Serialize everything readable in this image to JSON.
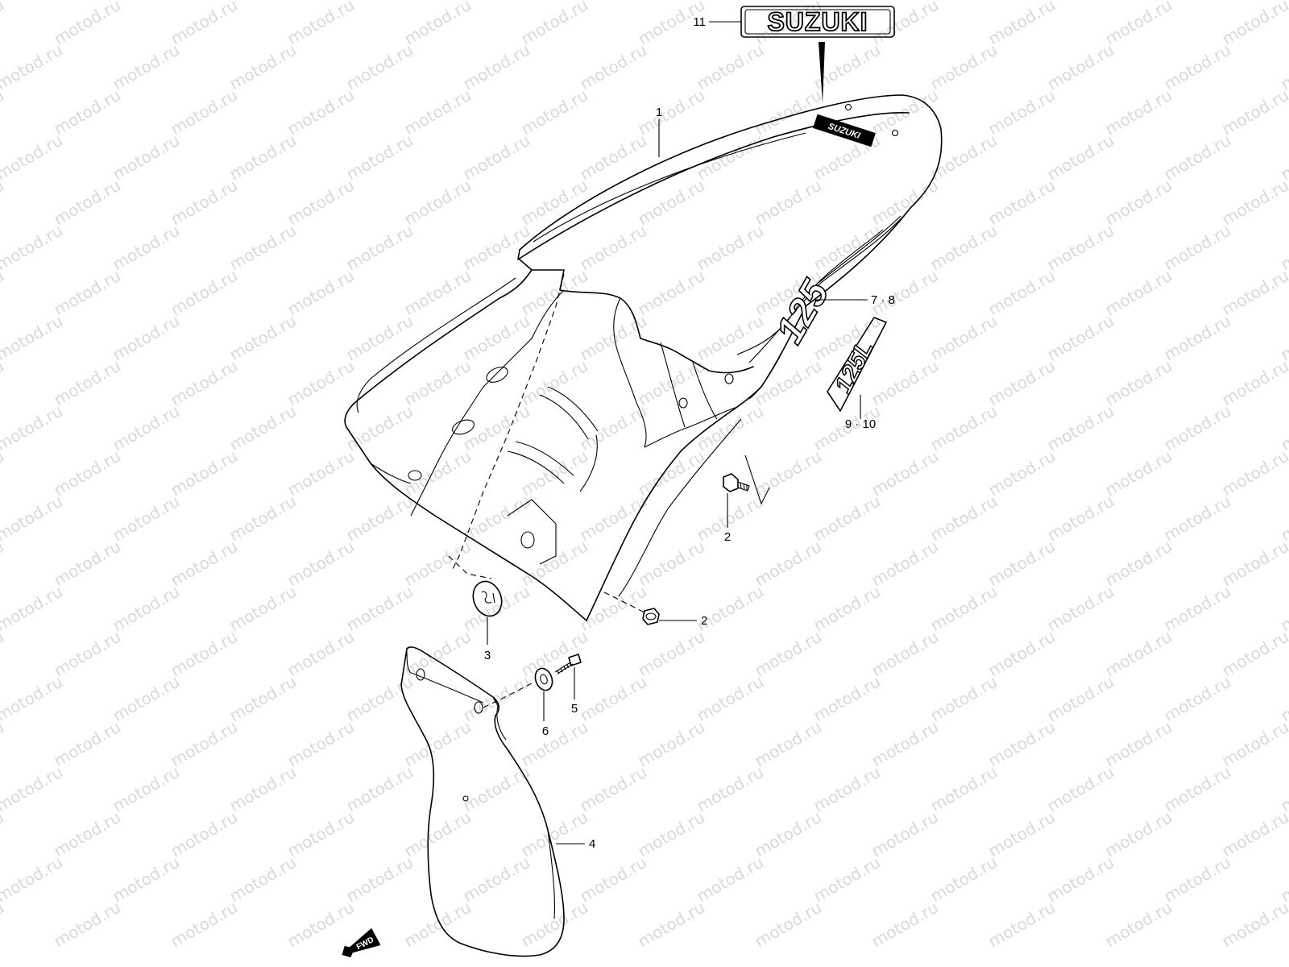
{
  "watermark": {
    "text": "motod.ru"
  },
  "decals": {
    "brand_badge": "SUZUKI",
    "model_decal_upper": "125",
    "model_decal_lower": "125L",
    "fender_emblem": "SUZUKI"
  },
  "direction_arrow": {
    "label": "FWD"
  },
  "callouts": [
    {
      "id": "part-1",
      "label": "1"
    },
    {
      "id": "part-2a",
      "label": "2"
    },
    {
      "id": "part-2b",
      "label": "2"
    },
    {
      "id": "part-3",
      "label": "3"
    },
    {
      "id": "part-4",
      "label": "4"
    },
    {
      "id": "part-5",
      "label": "5"
    },
    {
      "id": "part-6",
      "label": "6"
    },
    {
      "id": "part-7-8",
      "label": "7 · 8"
    },
    {
      "id": "part-9-10",
      "label": "9 · 10"
    },
    {
      "id": "part-11",
      "label": "11"
    }
  ]
}
